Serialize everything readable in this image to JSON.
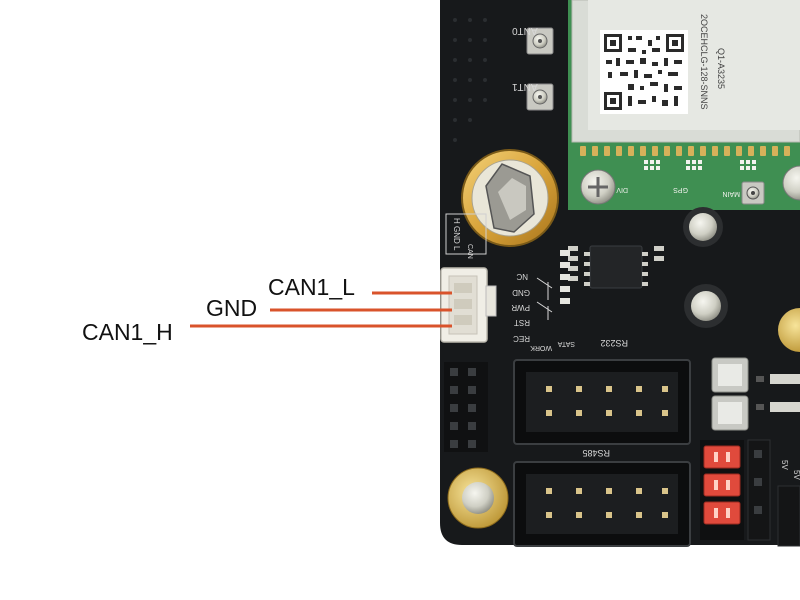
{
  "pin_labels": {
    "can_low": "CAN1_L",
    "ground": "GND",
    "can_high": "CAN1_H"
  },
  "board_silkscreen": {
    "antenna_0": "ANT0",
    "antenna_1": "ANT1",
    "module_model": "2OCEHCLG-128-SNNS",
    "module_serial": "Q1-A3235",
    "diversity_label": "DIV",
    "gps_label": "GPS",
    "main_label": "MAIN",
    "header_label": "H GND L",
    "can_label": "CAN",
    "nc_label": "NC",
    "gnd_label": "GND",
    "pwr_label": "PWR",
    "rst_label": "RST",
    "rec_label": "REC",
    "work_label": "WORK",
    "sata_label": "SATA",
    "rs232_label": "RS232",
    "rs485_label": "RS485",
    "five_volt_a": "5V",
    "five_volt_b": "5V"
  },
  "colors": {
    "lead_line": "#d9532b",
    "board": "#17191b",
    "module_green": "#3f8f52"
  }
}
